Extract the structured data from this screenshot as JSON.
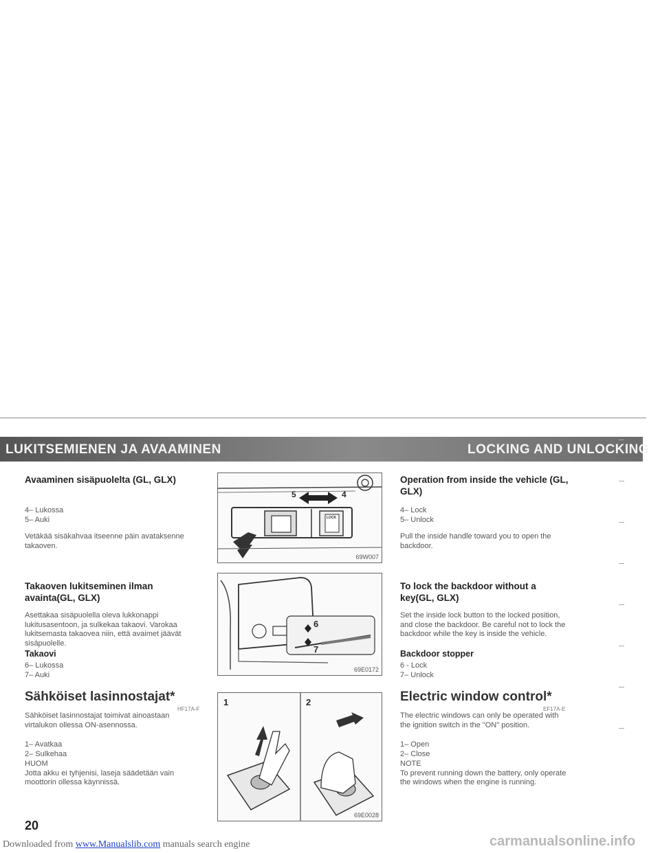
{
  "banner": {
    "left": "LUKITSEMIENEN JA AVAAMINEN",
    "right": "LOCKING AND UNLOCKING"
  },
  "fi": {
    "s1_title": "Avaaminen sisäpuolelta (GL, GLX)",
    "s1_items": [
      "4– Lukossa",
      "5– Auki"
    ],
    "s1_text": "Vetäkää sisäkahvaa itseenne päin avataksenne takaoven.",
    "s2_title": "Takaoven lukitseminen ilman avainta(GL, GLX)",
    "s2_text": "Asettakaa sisäpuolella oleva lukkonappi lukitusasentoon, ja sulkekaa takaovi. Varokaa lukitsemasta takaovea niin, että avaimet jäävät sisäpuolelle.",
    "s2_sub": "Takaovi",
    "s2_items": [
      "6– Lukossa",
      "7– Auki"
    ],
    "s3_title": "Sähköiset lasinnostajat*",
    "s3_code": "HF17A-F",
    "s3_text": "Sähköiset lasinnostajat toimivat ainoastaan virtalukon ollessa ON-asennossa.",
    "s3_items": [
      "1– Avatkaa",
      "2– Sulkehaa"
    ],
    "s3_note_title": "HUOM",
    "s3_note": "Jotta akku ei tyhjenisi, laseja säädetään vain moottorin ollessa käynnissä."
  },
  "en": {
    "s1_title": "Operation from inside the vehicle (GL, GLX)",
    "s1_items": [
      "4– Lock",
      "5– Unlock"
    ],
    "s1_text": "Pull the inside handle toward you to open the backdoor.",
    "s2_title": "To lock the backdoor without a key(GL, GLX)",
    "s2_text": "Set the inside lock button to the locked position, and close the backdoor. Be careful not to lock the backdoor while the key is inside the vehicle.",
    "s2_sub": "Backdoor stopper",
    "s2_items": [
      "6 - Lock",
      "7– Unlock"
    ],
    "s3_title": "Electric window control*",
    "s3_code": "EF17A-E",
    "s3_text": "The electric windows can only be operated with the ignition switch in the \"ON\" position.",
    "s3_items": [
      "1– Open",
      "2– Close"
    ],
    "s3_note_title": "NOTE",
    "s3_note": "To prevent running down the battery, only operate the windows when the engine is running."
  },
  "figures": {
    "fig1_code": "69W007",
    "fig1_labels": [
      "5",
      "4"
    ],
    "fig1_lock": "LOCK",
    "fig2_code": "69E0172",
    "fig2_labels": [
      "6",
      "7"
    ],
    "fig3_code": "69E0028",
    "fig3_labels": [
      "1",
      "2"
    ]
  },
  "page_number": "20",
  "footer": {
    "prefix": "Downloaded from",
    "link": "www.Manualslib.com",
    "suffix": "manuals search engine"
  },
  "watermark": "carmanualsonline.info"
}
